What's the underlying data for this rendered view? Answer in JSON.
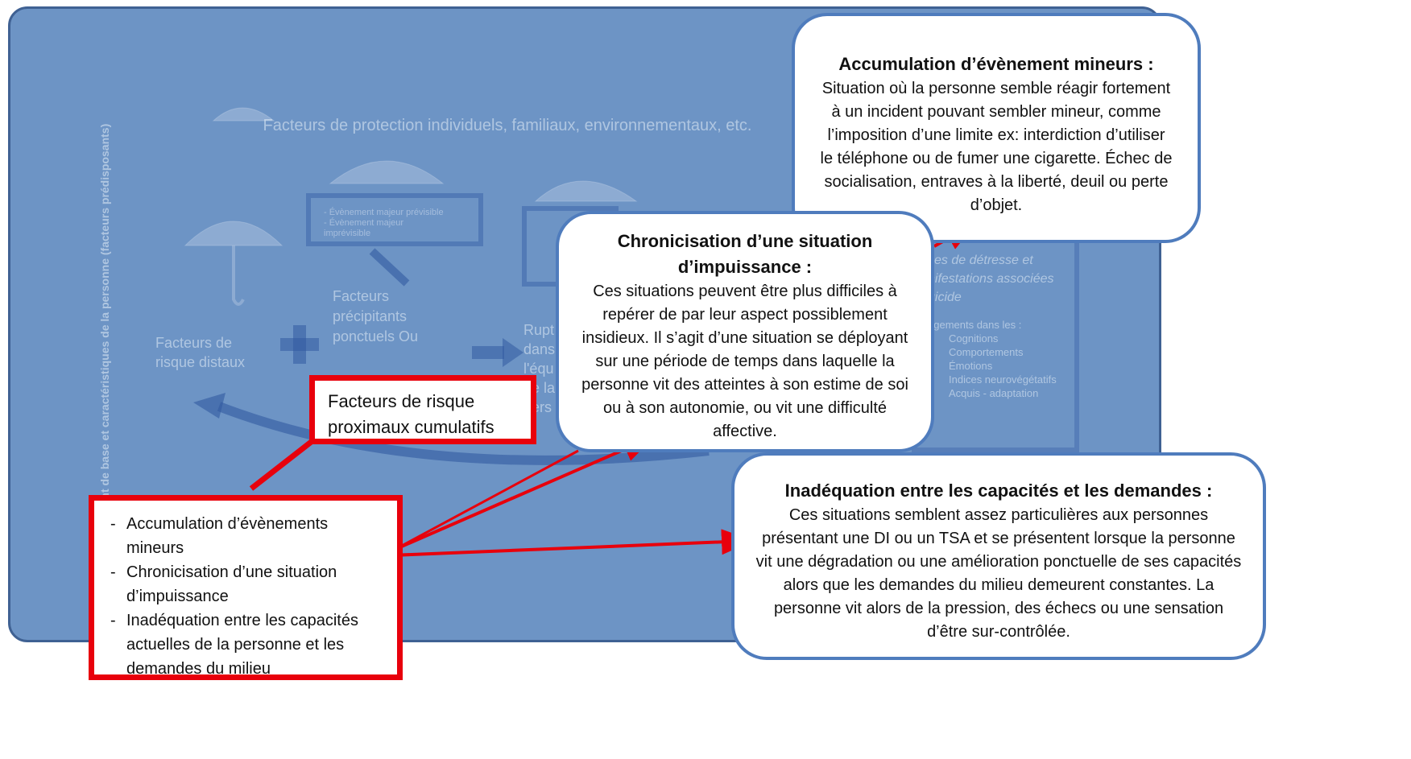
{
  "background_diagram": {
    "protection_label": "Facteurs de protection individuels, familiaux, environnementaux, etc.",
    "vertical_label": "Fonctionnement de base et caractéristiques de la personne (facteurs prédisposants)",
    "distal_label": "Facteurs de risque distaux",
    "precipitating_label": "Facteurs précipitants ponctuels Ou",
    "event_box_lines": [
      "- Évènement majeur prévisible",
      "- Évènement majeur",
      "  imprévisible"
    ],
    "rupture_fragment": "Rupt dans l'équ de la pers",
    "distress_lines": [
      "ces de détresse et",
      "nifestations associées",
      "uicide"
    ],
    "changes_label": "ngements dans les :",
    "changes_items": [
      "Cognitions",
      "Comportements",
      "Émotions",
      "Indices neurovégétatifs",
      "Acquis - adaptation"
    ]
  },
  "red_label": "Facteurs de risque proximaux cumulatifs",
  "red_list": [
    "Accumulation d’évènements mineurs",
    "Chronicisation d’une situation d’impuissance",
    "Inadéquation entre les capacités actuelles de la personne et les demandes du milieu"
  ],
  "callout_accumulation": {
    "title": "Accumulation d’évènement mineurs :",
    "body": "Situation où la personne semble réagir fortement à un incident pouvant sembler mineur, comme l’imposition d’une limite ex: interdiction d’utiliser le téléphone ou de fumer une cigarette. Échec de socialisation, entraves à la liberté, deuil ou perte d’objet."
  },
  "callout_chronic": {
    "title": "Chronicisation d’une situation d’impuissance :",
    "body": "Ces situations peuvent être plus difficiles à repérer de par leur aspect possiblement insidieux. Il s’agit d’une situation se déployant sur une période de temps dans laquelle la personne vit des atteintes à son estime de soi ou à son autonomie, ou vit une difficulté affective."
  },
  "callout_inadequation": {
    "title": "Inadéquation entre les capacités et les demandes :",
    "body": "Ces situations semblent assez particulières aux personnes présentant une DI ou un TSA et se présentent lorsque la personne vit une dégradation ou une amélioration ponctuelle de ses capacités alors que les demandes du milieu demeurent constantes. La personne vit alors de la pression, des échecs ou une sensation d’être sur-contrôlée."
  },
  "colors": {
    "panel": "#6d94c5",
    "callout_border": "#4f7cbd",
    "red": "#e8000c"
  }
}
